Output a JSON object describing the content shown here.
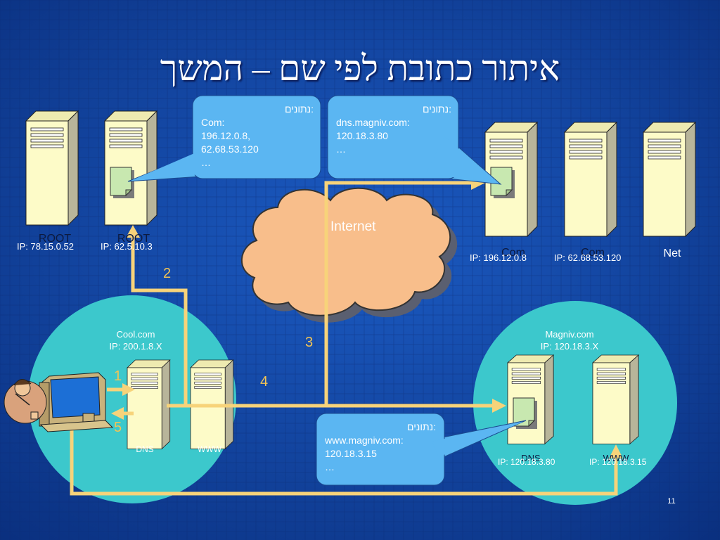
{
  "title": "איתור כתובת לפי שם – המשך",
  "page_number": "11",
  "cloud": {
    "label": "Internet"
  },
  "root_servers": [
    {
      "name": "ROOT",
      "ip": "IP: 78.15.0.52"
    },
    {
      "name": "ROOT",
      "ip": "IP: 62.5.10.3"
    }
  ],
  "tld_servers": [
    {
      "name": "Com",
      "ip": "IP: 196.12.0.8"
    },
    {
      "name": "Com",
      "ip": "IP: 62.68.53.120"
    },
    {
      "name": "Net"
    }
  ],
  "cool_site": {
    "name": "Cool.com",
    "ip": "IP: 200.1.8.X",
    "dns_label": "DNS",
    "www_label": "WWW"
  },
  "magniv_site": {
    "name": "Magniv.com",
    "ip": "IP: 120.18.3.X",
    "dns_label": "DNS",
    "dns_ip": "IP: 120.18.3.80",
    "www_label": "WWW",
    "www_ip": "IP: 120.18.3.15"
  },
  "callouts": [
    {
      "heading": ":נתונים",
      "lines": [
        "Com:",
        "196.12.0.8,",
        "62.68.53.120",
        "…"
      ]
    },
    {
      "heading": ":נתונים",
      "lines": [
        "dns.magniv.com:",
        "120.18.3.80",
        "…"
      ]
    },
    {
      "heading": ":נתונים",
      "lines": [
        "www.magniv.com:",
        "120.18.3.15",
        "…"
      ]
    }
  ],
  "step_numbers": [
    "1",
    "2",
    "3",
    "4",
    "5"
  ],
  "colors": {
    "background": "#0f3f9a",
    "circle": "#3cc8cc",
    "server": "#fdfbc8",
    "arrow": "#f7d37a",
    "callout": "#5bb6f2",
    "cloud": "#f8be8b",
    "step_number": "#f2c455"
  },
  "icons": [
    "server-icon",
    "document-icon",
    "computer-icon",
    "person-icon",
    "cloud-icon"
  ]
}
